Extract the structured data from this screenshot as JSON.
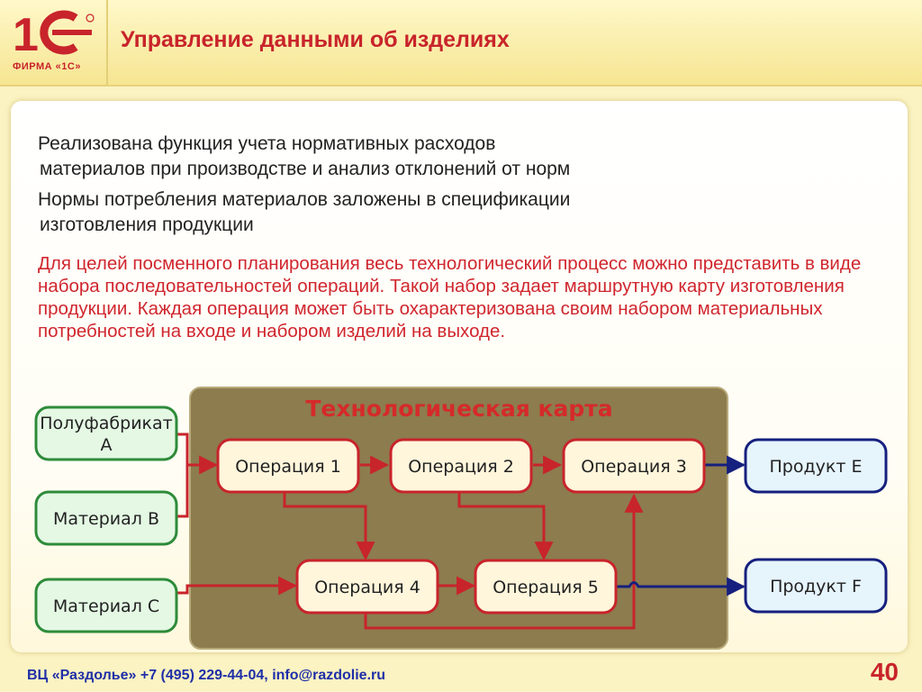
{
  "header": {
    "logo_text": "ФИРМА «1С»",
    "title": "Управление данными об изделиях"
  },
  "content": {
    "p1_line1": "Реализована функция учета нормативных расходов",
    "p1_line2": "материалов при производстве и анализ отклонений от норм",
    "p2_line1": "Нормы потребления материалов заложены в спецификации",
    "p2_line2": "изготовления продукции",
    "p3": "Для целей посменного планирования весь технологический процесс можно представить в виде набора последовательностей операций. Такой набор задает маршрутную карту изготовления продукции. Каждая операция может быть охарактеризована своим набором материальных потребностей на входе и набором изделий на выходе."
  },
  "diagram": {
    "title": "Технологическая карта",
    "inputs": [
      {
        "line1": "Полуфабрикат",
        "line2": "А"
      },
      {
        "label": "Материал В"
      },
      {
        "label": "Материал С"
      }
    ],
    "operations": [
      "Операция 1",
      "Операция 2",
      "Операция 3",
      "Операция 4",
      "Операция 5"
    ],
    "outputs": [
      "Продукт E",
      "Продукт F"
    ]
  },
  "colors": {
    "accent_red": "#c8242b",
    "input_green": "#2e8b3a",
    "output_blue": "#16207e",
    "map_bg": "#8c7c4e"
  },
  "footer": {
    "contact": "ВЦ «Раздолье»  +7 (495) 229-44-04, info@razdolie.ru",
    "page": "40"
  }
}
